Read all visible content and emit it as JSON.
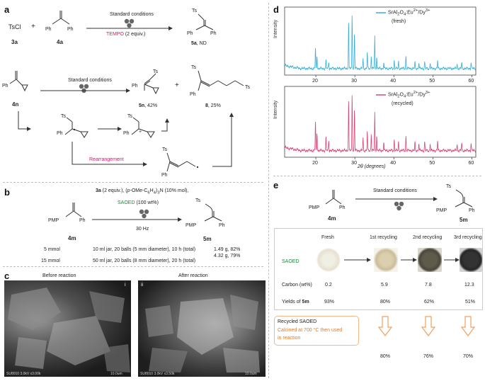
{
  "panels": {
    "a": "a",
    "b": "b",
    "c": "c",
    "d": "d",
    "e": "e"
  },
  "panel_a": {
    "r1_reagent1": "TsCl",
    "r1_plus": "+",
    "r1_ph1": "Ph",
    "r1_ph2": "Ph",
    "r1_num1": "3a",
    "r1_num2": "4a",
    "r1_cond": "Standard conditions",
    "r1_tempo": "TEMPO",
    "r1_tempo_eq": "(2 equiv.)",
    "r1_prod_ts": "Ts",
    "r1_prod_ph1": "Ph",
    "r1_prod_ph2": "Ph",
    "r1_prod_num": "5a",
    "r1_prod_yield": ", ND",
    "r2_sm_ph": "Ph",
    "r2_sm_num": "4n",
    "r2_cond": "Standard conditions",
    "r2_p1_ts": "Ts",
    "r2_p1_ph": "Ph",
    "r2_p1_num": "5n",
    "r2_p1_yield": ", 42%",
    "r2_plus": "+",
    "r2_p2_ts1": "Ts",
    "r2_p2_ts2": "Ts",
    "r2_p2_ph": "Ph",
    "r2_p2_num": "8",
    "r2_p2_yield": ", 25%",
    "m_ts1": "Ts",
    "m_ph1": "Ph",
    "m_ts2": "Ts",
    "m_ph2": "Ph",
    "m_rearr": "Rearrangement",
    "m_ts3": "Ts",
    "m_ph3": "Ph"
  },
  "panel_b": {
    "cond1_num": "3a",
    "cond1_rest": " (2 equiv.), (",
    "cond1_p": "p",
    "cond1_rest2": "-OMe-C",
    "cond1_sub1": "6",
    "cond1_h": "H",
    "cond1_sub2": "4",
    "cond1_rest3": ")",
    "cond1_sub3": "3",
    "cond1_rest4": "N (10% mol),",
    "saoed": "SAOED",
    "saoed_amt": "(100 wt%)",
    "freq": "30 Hz",
    "sm_pmp": "PMP",
    "sm_ph": "Ph",
    "sm_num": "4m",
    "prod_ts": "Ts",
    "prod_pmp": "PMP",
    "prod_ph": "Ph",
    "prod_num": "5m",
    "rows": [
      {
        "scale": "5 mmol",
        "cond": "10 ml jar, 20 balls (5 mm diameter), 10 h (total)",
        "yield": "1.49 g, 82%"
      },
      {
        "scale": "15 mmol",
        "cond": "50 ml jar, 20 balls (8 mm diameter), 20 h (total)",
        "yield": "4.32 g, 79%"
      }
    ]
  },
  "panel_c": {
    "before": "Before reaction",
    "after": "After reaction",
    "img1_tag": "i",
    "img2_tag": "ii",
    "img1_footer": "SU8010 3.0kV x3.00k",
    "img1_scale": "10.0um",
    "img2_footer": "SU8010 3.0kV x3.50k",
    "img2_scale": "10.0um"
  },
  "panel_d": {
    "ylabel": "Intensity",
    "xlabel": "2θ (degrees)",
    "legend_base": "SrAl",
    "legend_sub1": "2",
    "legend_o": "O",
    "legend_sub2": "4",
    "legend_eu": ":Eu",
    "legend_sup1": "2+",
    "legend_dy": "/Dy",
    "legend_sup2": "3+",
    "legend_fresh": "(fresh)",
    "legend_recycled": "(recycled)",
    "color_fresh": "#39b0d6",
    "color_recycled": "#d6487a",
    "ticks": [
      "20",
      "30",
      "40",
      "50",
      "60"
    ]
  },
  "chart_data": [
    {
      "type": "line",
      "xlabel": "2θ (degrees)",
      "ylabel": "Intensity",
      "xlim": [
        12,
        61
      ],
      "grid": false,
      "legend": "top-right",
      "series": [
        {
          "name": "SrAl2O4:Eu2+/Dy3+ (fresh)",
          "peaks": [
            [
              19.9,
              0.35
            ],
            [
              20.3,
              0.22
            ],
            [
              22.6,
              0.14
            ],
            [
              23.3,
              0.12
            ],
            [
              28.4,
              0.82
            ],
            [
              29.3,
              0.95
            ],
            [
              29.9,
              0.62
            ],
            [
              32.1,
              0.16
            ],
            [
              33.2,
              0.28
            ],
            [
              34.2,
              0.22
            ],
            [
              35.1,
              0.55
            ],
            [
              35.6,
              0.2
            ],
            [
              37.4,
              0.1
            ],
            [
              40.1,
              0.14
            ],
            [
              41.2,
              0.12
            ],
            [
              43.1,
              0.22
            ],
            [
              45.4,
              0.1
            ],
            [
              46.4,
              0.1
            ],
            [
              47.9,
              0.12
            ],
            [
              49.3,
              0.1
            ],
            [
              51.2,
              0.14
            ],
            [
              56.2,
              0.08
            ],
            [
              57.4,
              0.1
            ],
            [
              59.8,
              0.11
            ]
          ]
        }
      ]
    },
    {
      "type": "line",
      "xlabel": "2θ (degrees)",
      "ylabel": "Intensity",
      "xlim": [
        12,
        61
      ],
      "grid": false,
      "legend": "top-right",
      "series": [
        {
          "name": "SrAl2O4:Eu2+/Dy3+ (recycled)",
          "peaks": [
            [
              19.9,
              0.48
            ],
            [
              20.3,
              0.3
            ],
            [
              22.6,
              0.22
            ],
            [
              23.3,
              0.18
            ],
            [
              28.4,
              0.85
            ],
            [
              29.3,
              0.95
            ],
            [
              29.9,
              0.7
            ],
            [
              32.1,
              0.2
            ],
            [
              33.2,
              0.32
            ],
            [
              34.2,
              0.28
            ],
            [
              35.1,
              0.62
            ],
            [
              35.6,
              0.25
            ],
            [
              37.4,
              0.14
            ],
            [
              40.1,
              0.18
            ],
            [
              41.2,
              0.15
            ],
            [
              43.1,
              0.25
            ],
            [
              45.4,
              0.13
            ],
            [
              46.4,
              0.12
            ],
            [
              47.9,
              0.15
            ],
            [
              49.3,
              0.12
            ],
            [
              51.2,
              0.16
            ],
            [
              56.2,
              0.1
            ],
            [
              57.4,
              0.12
            ],
            [
              59.8,
              0.13
            ]
          ]
        }
      ]
    }
  ],
  "panel_e": {
    "sm_pmp": "PMP",
    "sm_ph": "Ph",
    "sm_num": "4m",
    "cond": "Standard conditions",
    "prod_ts": "Ts",
    "prod_pmp": "PMP",
    "prod_ph": "Ph",
    "prod_num": "5m",
    "headers": [
      "Fresh",
      "1st recycling",
      "2nd recycling",
      "3rd recycling"
    ],
    "row_saoed": "SAOED",
    "row_carbon": "Carbon (wt%)",
    "carbon": [
      "0.2",
      "5.9",
      "7.8",
      "12.3"
    ],
    "row_yields": "Yields of ",
    "row_yields_num": "5m",
    "yields": [
      "93%",
      "80%",
      "62%",
      "51%"
    ],
    "recycled_title": "Recycled SAOED",
    "recycled_line1": "Calcined at 700 °C then used",
    "recycled_line2": "in reaction",
    "recalc_yields": [
      "80%",
      "76%",
      "70%"
    ],
    "photo_colors": [
      "#f1eee3",
      "#dccfae",
      "#5e5a4c",
      "#333333"
    ],
    "arrow_color": "#f0a060"
  }
}
